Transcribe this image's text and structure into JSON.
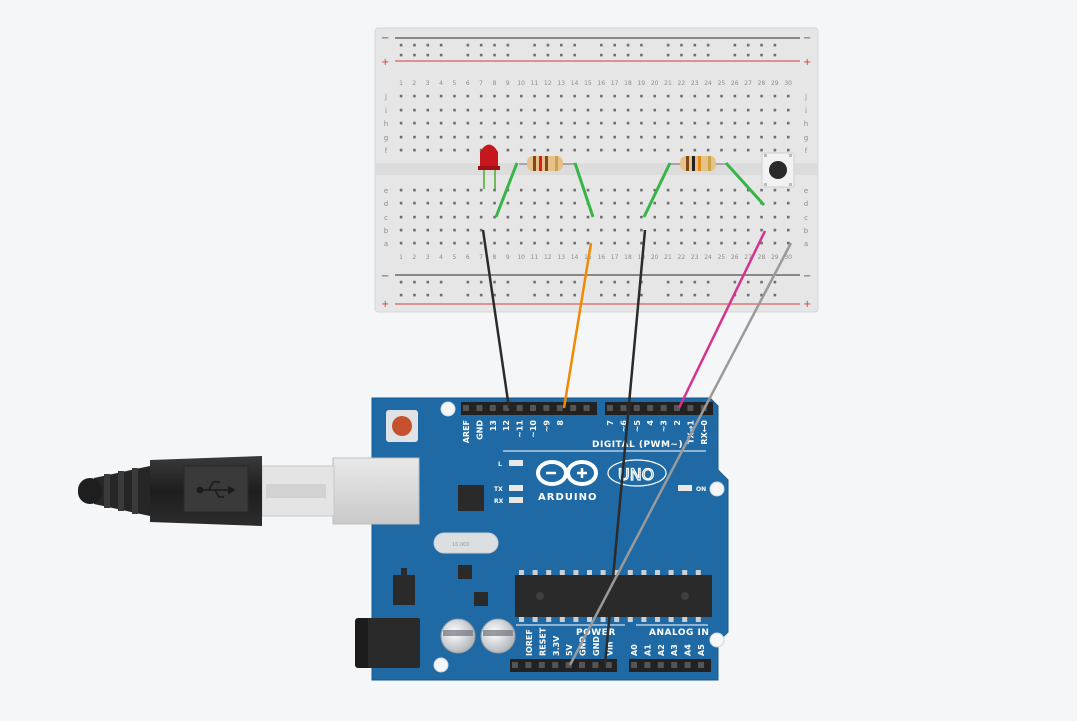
{
  "breadboard": {
    "columns": [
      "1",
      "2",
      "3",
      "4",
      "5",
      "6",
      "7",
      "8",
      "9",
      "10",
      "11",
      "12",
      "13",
      "14",
      "15",
      "16",
      "17",
      "18",
      "19",
      "20",
      "21",
      "22",
      "23",
      "24",
      "25",
      "26",
      "27",
      "28",
      "29",
      "30"
    ],
    "rows_top": [
      "j",
      "i",
      "h",
      "g",
      "f"
    ],
    "rows_bottom": [
      "e",
      "d",
      "c",
      "b",
      "a"
    ],
    "rail_minus": "−",
    "rail_plus": "+"
  },
  "arduino": {
    "brand": "ARDUINO",
    "model": "UNO",
    "digital_header": "DIGITAL (PWM~)",
    "power_header": "POWER",
    "analog_header": "ANALOG IN",
    "digital_pins": [
      "AREF",
      "GND",
      "13",
      "12",
      "~11",
      "~10",
      "~9",
      "8",
      "7",
      "~6",
      "~5",
      "4",
      "~3",
      "2",
      "TX→1",
      "RX←0"
    ],
    "power_pins": [
      "IOREF",
      "RESET",
      "3.3V",
      "5V",
      "GND",
      "GND",
      "Vin"
    ],
    "analog_pins": [
      "A0",
      "A1",
      "A2",
      "A3",
      "A4",
      "A5"
    ],
    "led_l": "L",
    "led_tx": "TX",
    "led_rx": "RX",
    "led_on": "ON",
    "crystal": "16.000"
  },
  "components": {
    "led": "red-led",
    "resistors": 2,
    "pushbutton": "pushbutton"
  },
  "wire_colors": {
    "led_ground": "#2b2b2b",
    "led_signal": "#f08a00",
    "button_ground": "#2b2b2b",
    "button_signal": "#d4338f",
    "button_power": "#9a9a9a",
    "jumper": "#38b449"
  }
}
